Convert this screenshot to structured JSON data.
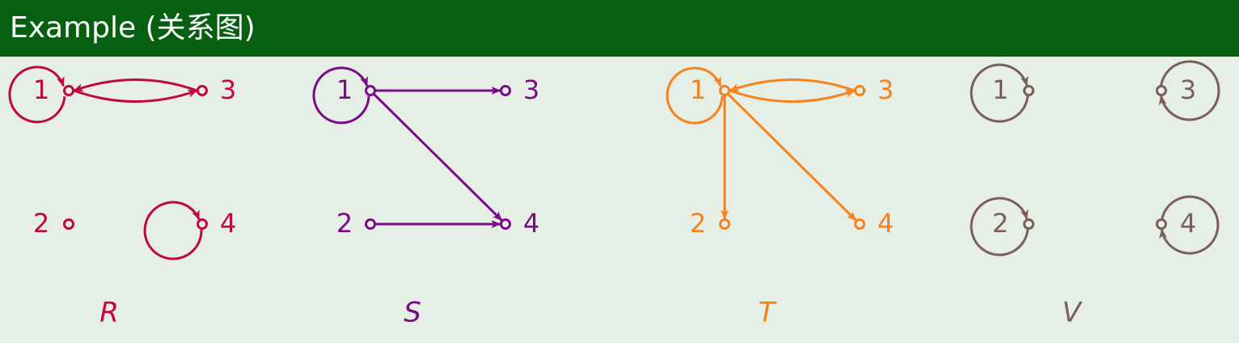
{
  "slide": {
    "title": "Example (关系图)"
  },
  "graphs": [
    {
      "name": "R",
      "color": "#c0073f",
      "nodes": [
        {
          "label": "1"
        },
        {
          "label": "2"
        },
        {
          "label": "3"
        },
        {
          "label": "4"
        }
      ],
      "edges": [
        [
          "1",
          "1"
        ],
        [
          "1",
          "3"
        ],
        [
          "3",
          "1"
        ],
        [
          "4",
          "4"
        ]
      ]
    },
    {
      "name": "S",
      "color": "#7b0a86",
      "nodes": [
        {
          "label": "1"
        },
        {
          "label": "2"
        },
        {
          "label": "3"
        },
        {
          "label": "4"
        }
      ],
      "edges": [
        [
          "1",
          "1"
        ],
        [
          "1",
          "3"
        ],
        [
          "1",
          "4"
        ],
        [
          "2",
          "4"
        ]
      ]
    },
    {
      "name": "T",
      "color": "#f7821c",
      "nodes": [
        {
          "label": "1"
        },
        {
          "label": "2"
        },
        {
          "label": "3"
        },
        {
          "label": "4"
        }
      ],
      "edges": [
        [
          "1",
          "1"
        ],
        [
          "1",
          "3"
        ],
        [
          "3",
          "1"
        ],
        [
          "1",
          "2"
        ],
        [
          "1",
          "4"
        ]
      ]
    },
    {
      "name": "V",
      "color": "#7a5e5e",
      "nodes": [
        {
          "label": "1"
        },
        {
          "label": "2"
        },
        {
          "label": "3"
        },
        {
          "label": "4"
        }
      ],
      "edges": [
        [
          "1",
          "1"
        ],
        [
          "2",
          "2"
        ],
        [
          "3",
          "3"
        ],
        [
          "4",
          "4"
        ]
      ]
    }
  ]
}
